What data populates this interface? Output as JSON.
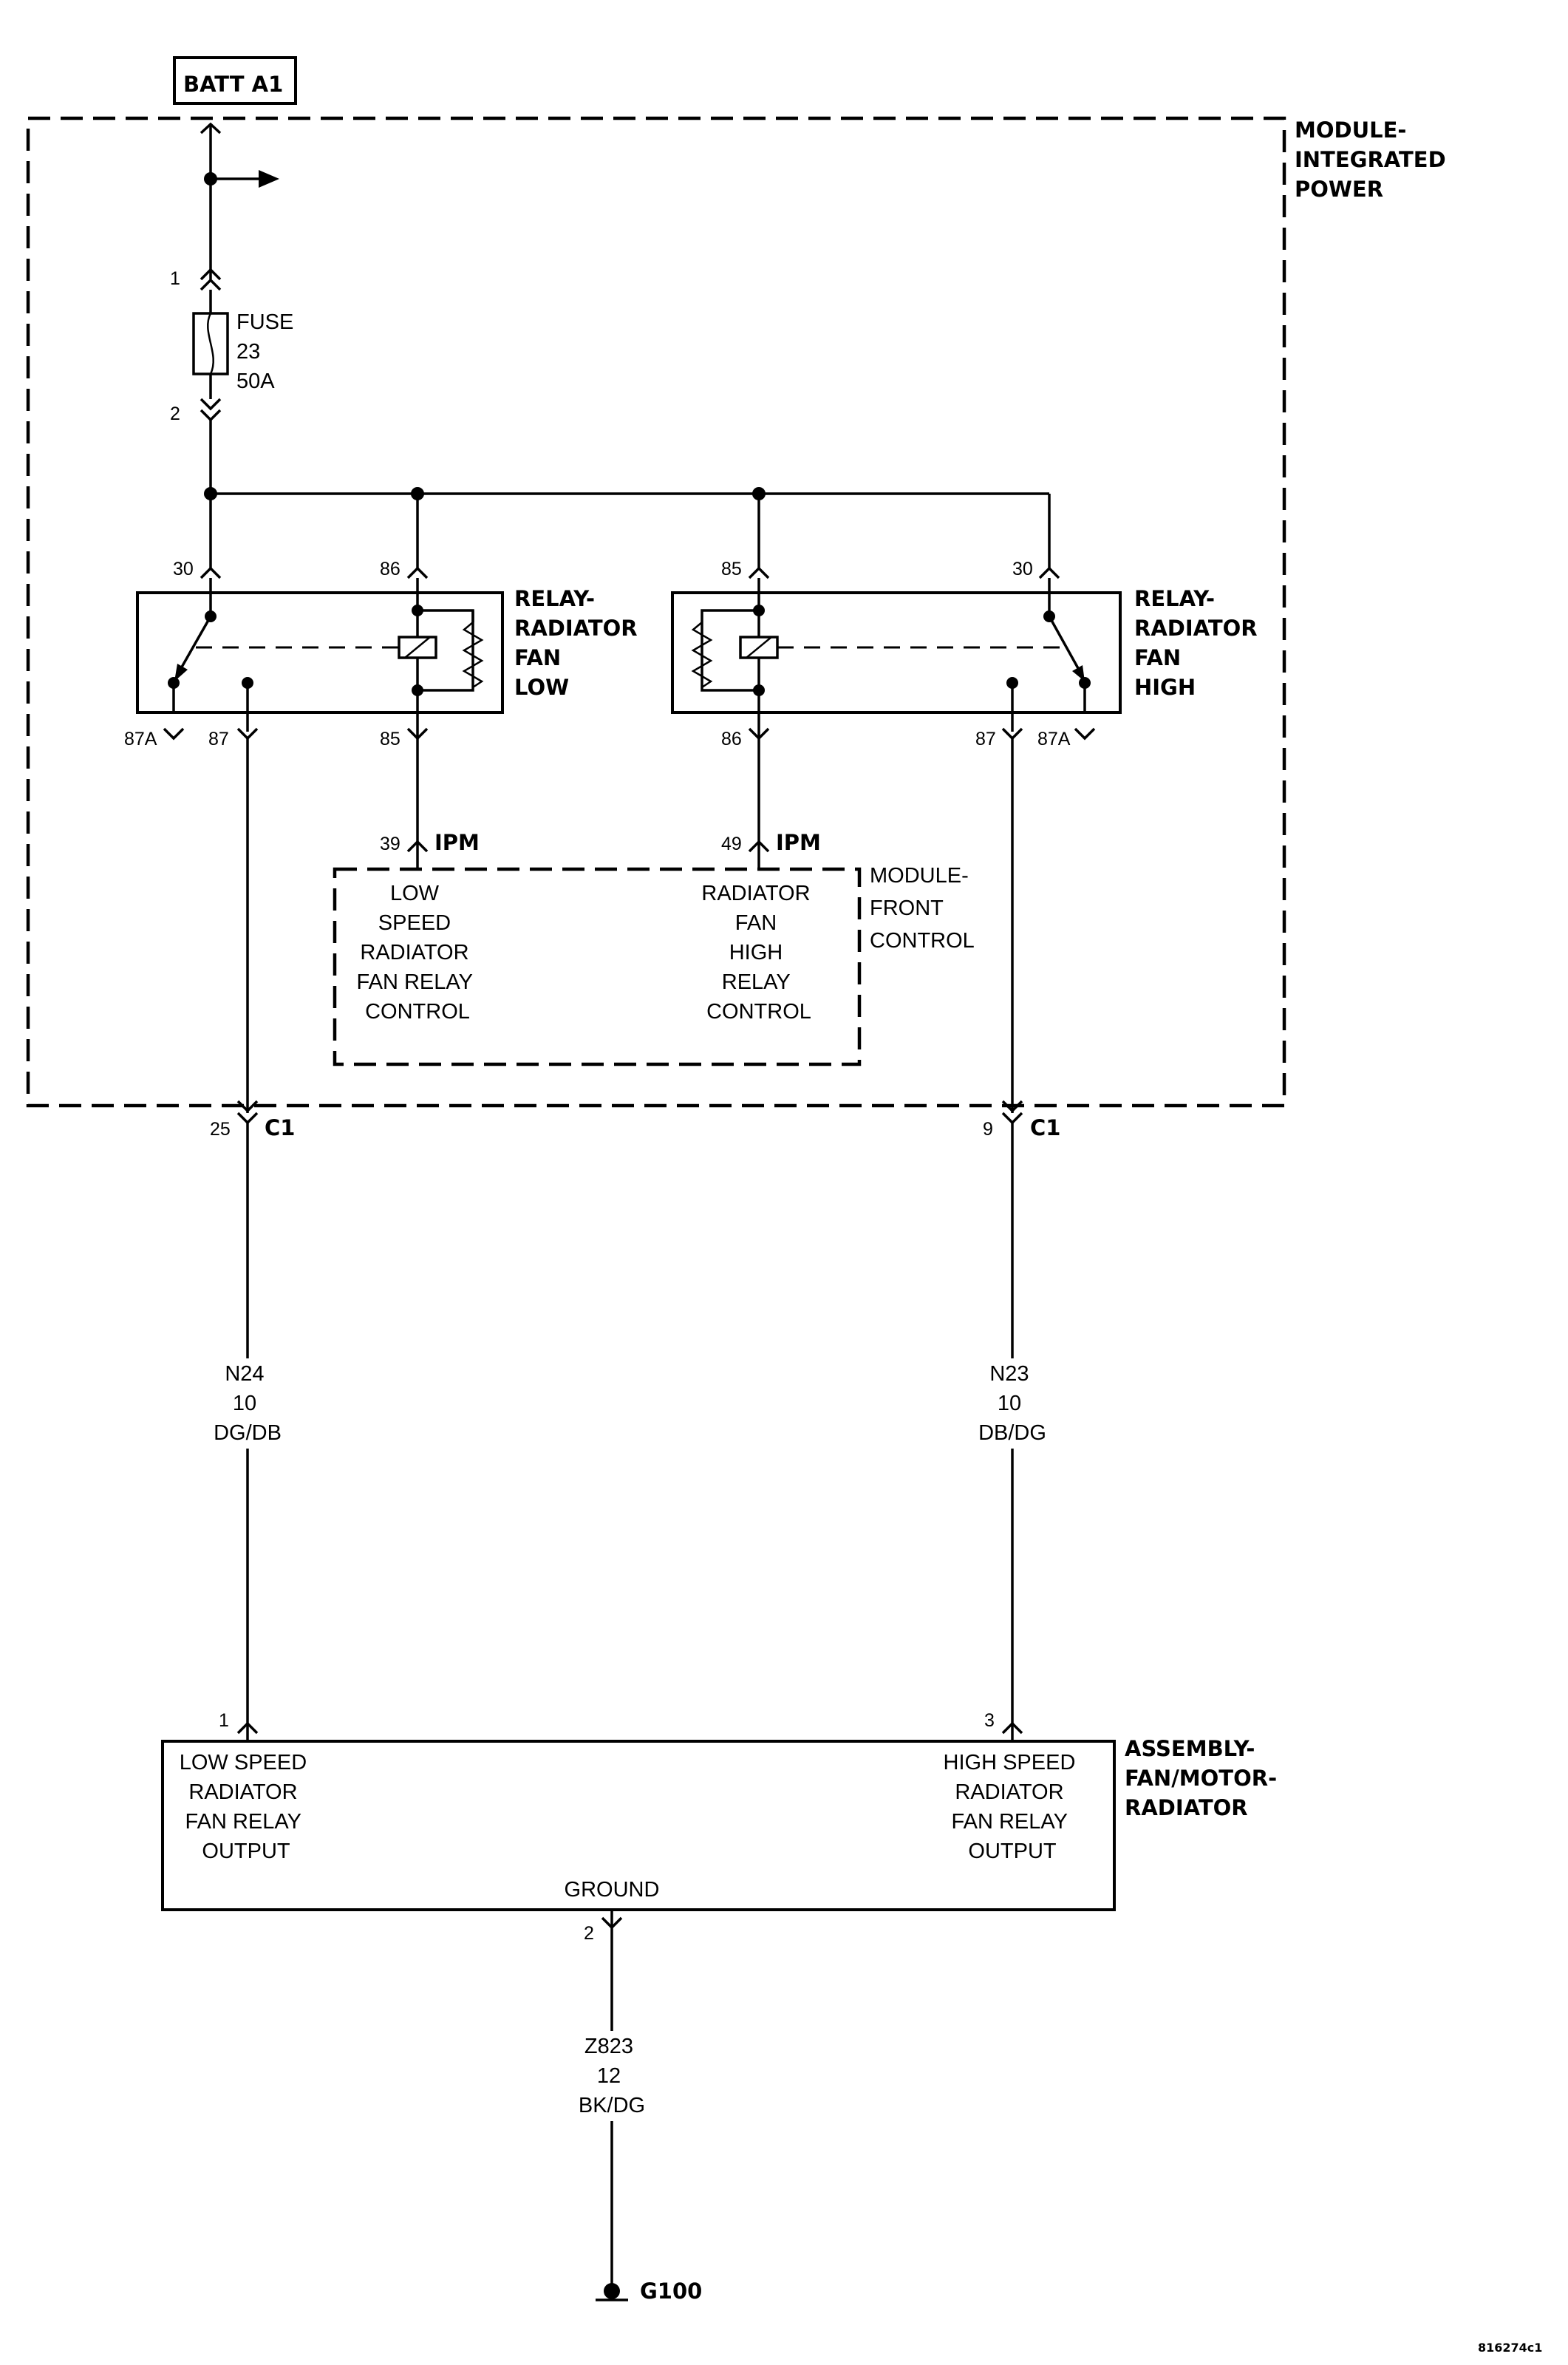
{
  "batt": "BATT A1",
  "ipm": {
    "lines": [
      "MODULE-",
      "INTEGRATED",
      "POWER"
    ]
  },
  "fuse": {
    "pin_in": "1",
    "pin_out": "2",
    "lines": [
      "FUSE",
      "23",
      "50A"
    ]
  },
  "relay_low": {
    "lines": [
      "RELAY-",
      "RADIATOR",
      "FAN",
      "LOW"
    ],
    "pins": {
      "p30": "30",
      "p86": "86",
      "p87a": "87A",
      "p87": "87",
      "p85": "85"
    }
  },
  "relay_high": {
    "lines": [
      "RELAY-",
      "RADIATOR",
      "FAN",
      "HIGH"
    ],
    "pins": {
      "p85": "85",
      "p30": "30",
      "p86": "86",
      "p87": "87",
      "p87a": "87A"
    }
  },
  "fcm": {
    "lines": [
      "MODULE-",
      "FRONT",
      "CONTROL"
    ],
    "low_pin": "39",
    "high_pin": "49",
    "conn": "IPM",
    "low_text": [
      "LOW",
      "SPEED",
      "RADIATOR",
      "FAN RELAY",
      "CONTROL"
    ],
    "high_text": [
      "RADIATOR",
      "FAN",
      "HIGH",
      "RELAY",
      "CONTROL"
    ]
  },
  "c1": {
    "conn": "C1",
    "low_pin": "25",
    "high_pin": "9"
  },
  "wire_low": [
    "N24",
    "10",
    "DG/DB"
  ],
  "wire_high": [
    "N23",
    "10",
    "DB/DG"
  ],
  "fan": {
    "lines": [
      "ASSEMBLY-",
      "FAN/MOTOR-",
      "RADIATOR"
    ],
    "pin_low": "1",
    "pin_high": "3",
    "pin_gnd": "2",
    "low_text": [
      "LOW SPEED",
      "RADIATOR",
      "FAN RELAY",
      "OUTPUT"
    ],
    "high_text": [
      "HIGH SPEED",
      "RADIATOR",
      "FAN RELAY",
      "OUTPUT"
    ],
    "ground": "GROUND"
  },
  "wire_gnd": [
    "Z823",
    "12",
    "BK/DG"
  ],
  "ground": "G100",
  "doc_id": "816274c1"
}
